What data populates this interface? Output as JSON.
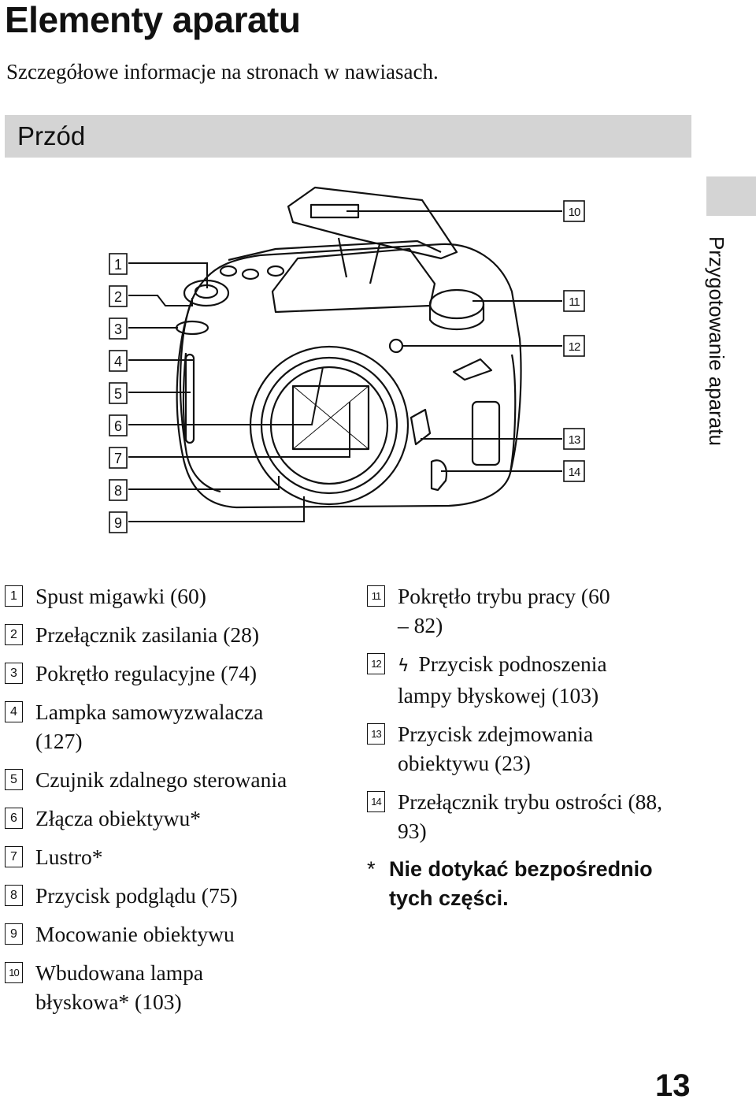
{
  "page": {
    "title": "Elementy aparatu",
    "subtitle": "Szczegółowe informacje na stronach w nawiasach.",
    "section": "Przód",
    "side_label": "Przygotowanie aparatu",
    "page_number": "13"
  },
  "callout_numbers": [
    "1",
    "2",
    "3",
    "4",
    "5",
    "6",
    "7",
    "8",
    "9",
    "10",
    "11",
    "12",
    "13",
    "14"
  ],
  "items_left": [
    {
      "num": "1",
      "text": "Spust migawki (60)"
    },
    {
      "num": "2",
      "text": "Przełącznik zasilania (28)"
    },
    {
      "num": "3",
      "text": "Pokrętło regulacyjne (74)"
    },
    {
      "num": "4",
      "text": "Lampka samowyzwalacza (127)"
    },
    {
      "num": "5",
      "text": "Czujnik zdalnego sterowania"
    },
    {
      "num": "6",
      "text": "Złącza obiektywu*"
    },
    {
      "num": "7",
      "text": "Lustro*"
    },
    {
      "num": "8",
      "text": "Przycisk podglądu (75)"
    },
    {
      "num": "9",
      "text": "Mocowanie obiektywu"
    },
    {
      "num": "10",
      "text": "Wbudowana lampa błyskowa* (103)"
    }
  ],
  "items_right": [
    {
      "num": "11",
      "text": "Pokrętło trybu pracy (60 – 82)"
    },
    {
      "num": "12",
      "text": "Przycisk podnoszenia lampy błyskowej (103)",
      "icon": "flash-icon",
      "glyph": "ϟ"
    },
    {
      "num": "13",
      "text": "Przycisk zdejmowania obiektywu (23)"
    },
    {
      "num": "14",
      "text": "Przełącznik trybu ostrości (88, 93)"
    }
  ],
  "note": {
    "marker": "*",
    "text": "Nie dotykać bezpośrednio tych części."
  }
}
